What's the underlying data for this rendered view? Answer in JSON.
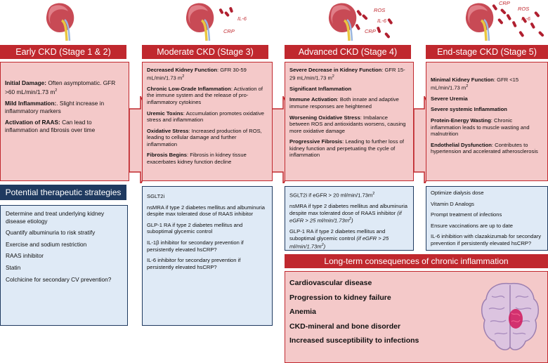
{
  "stages": [
    {
      "title": "Early CKD (Stage 1 & 2)"
    },
    {
      "title": "Moderate CKD (Stage 3)"
    },
    {
      "title": "Advanced CKD (Stage 4)"
    },
    {
      "title": "End-stage CKD (Stage 5)"
    }
  ],
  "floating_labels": {
    "s2_il6": "IL-6",
    "s2_crp": "CRP",
    "s3_ros": "ROS",
    "s3_il6": "IL-6",
    "s3_crp": "CRP",
    "s4_crp": "CRP",
    "s4_ros": "ROS",
    "s4_il6": "IL-6"
  },
  "early": {
    "p1_b": "Initial Damage:",
    "p1_t": " Often asymptomatic. GFR  >60 mL/min/1.73 m",
    "p1_sup": "2",
    "p2_b": "Mild Inflammation:",
    "p2_t": ". Slight increase in inflammatory markers",
    "p3_b": "Activation of RAAS:",
    "p3_t": " Can lead to inflammation and fibrosis over time"
  },
  "moderate": {
    "p1_b": "Decreased Kidney Function",
    "p1_t": ": GFR 30-59 mL/min/1.73 m",
    "p1_sup": "2",
    "p2_b": "Chronic Low-Grade Inflammation",
    "p2_t": ": Activation of the immune system and the release of pro-inflammatory cytokines",
    "p3_b": "Uremic Toxins",
    "p3_t": ": Accumulation promotes oxidative stress and inflammation",
    "p4_b": "Oxidative Stress",
    "p4_t": ": Increased production of ROS, leading to cellular damage and further inflammation",
    "p5_b": "Fibrosis Begins",
    "p5_t": ": Fibrosis in kidney tissue exacerbates kidney function decline"
  },
  "advanced": {
    "p1_b": "Severe Decrease in Kidney Function",
    "p1_t": ": GFR 15-29 mL/min/1.73 m",
    "p1_sup": "2",
    "p2_b": "Significant Inflammation",
    "p3_b": "Immune Activation",
    "p3_t": ": Both innate and adaptive immune responses are heightened",
    "p4_b": "Worsening Oxidative Stress",
    "p4_t": ": Imbalance between ROS and antioxidants worsens, causing more oxidative damage",
    "p5_b": "Progressive Fibrosis",
    "p5_t": ": Leading to further loss of kidney function and perpetuating the cycle of inflammation"
  },
  "endstage": {
    "p1_b": "Minimal Kidney Function",
    "p1_t": ": GFR <15 mL/min/1.73 m",
    "p1_sup": "2",
    "p2_b": "Severe Uremia",
    "p3_b": "Severe systemic Inflammation",
    "p4_b": "Protein-Energy Wasting",
    "p4_t": ": Chronic inflammation leads to muscle wasting and malnutrition",
    "p5_b": "Endothelial Dysfunction",
    "p5_t": ": Contributes to hypertension and accelerated atherosclerosis"
  },
  "therapeutic": {
    "header": "Potential therapeutic strategies",
    "early_items": [
      "Determine and treat underlying kidney disease etiology",
      "Quantify albuminuria to risk stratify",
      "Exercise and sodium restriction",
      "RAAS inhibitor",
      "Statin",
      "Colchicine for secondary CV prevention?"
    ],
    "moderate_items": [
      "SGLT2i",
      "nsMRA if type 2 diabetes mellitus and albuminuria  despite max tolerated dose of RAAS inhibitor",
      "GLP-1 RA if type 2 diabetes mellitus and suboptimal glycemic control",
      "IL-1β inhibitor for secondary prevention if persistently elevated hsCRP?",
      "IL-6 inhibitor for secondary prevention if persistently elevated hsCRP?"
    ],
    "advanced": {
      "i1": "SGLT2i if eGFR > 20 ml/min/1.73m",
      "i1_sup": "2",
      "i2": "nsMRA if type 2 diabetes mellitus and albuminuria despite max tolerated dose of RAAS inhibitor ",
      "i2_it": "(if eGFR > 25 ml/min/1.73m",
      "i2_sup": "2",
      "i2_end": ")",
      "i3": "GLP-1 RA if type 2 diabetes mellitus and suboptimal glycemic control ",
      "i3_it": "(if eGFR > 25 ml/min/1.73m",
      "i3_sup": "2",
      "i3_end": ")"
    },
    "endstage_items": [
      "Optimize dialysis dose",
      "Vitamin D Analogs",
      "Prompt treatment of infections",
      "Ensure vaccinations are up to date",
      "IL-6 inhibition with clazakizumab for secondary prevention if persistently elevated hsCRP?"
    ]
  },
  "consequences": {
    "header": "Long-term consequences of chronic inflammation",
    "items": [
      "Cardiovascular disease",
      "Progression to kidney failure",
      "Anemia",
      "CKD-mineral and bone disorder",
      "Increased susceptibility to infections"
    ]
  },
  "colors": {
    "red": "#c0282e",
    "pink": "#f4c9c9",
    "navy": "#1f3a60",
    "lightblue": "#dfeaf6"
  }
}
